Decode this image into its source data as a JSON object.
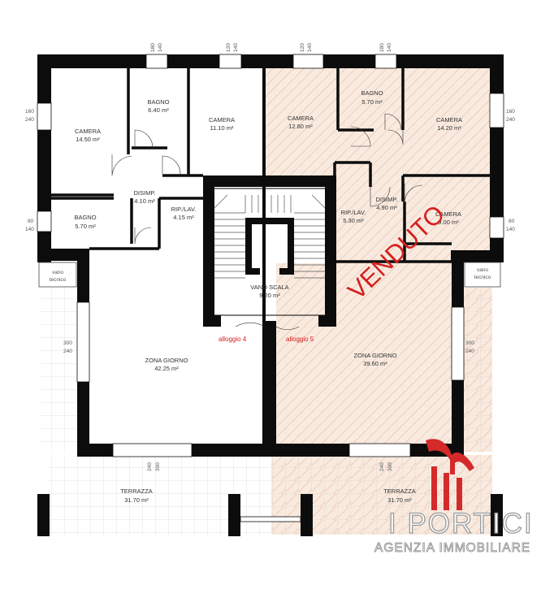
{
  "rooms": [
    {
      "id": "camera-nw",
      "name": "CAMERA",
      "area": "14.50 m²"
    },
    {
      "id": "bagno-n",
      "name": "BAGNO",
      "area": "6.40 m²"
    },
    {
      "id": "camera-n",
      "name": "CAMERA",
      "area": "11.10 m²"
    },
    {
      "id": "camera-ne1",
      "name": "CAMERA",
      "area": "12.80 m²"
    },
    {
      "id": "bagno-ne",
      "name": "BAGNO",
      "area": "5.70 m²"
    },
    {
      "id": "camera-ne2",
      "name": "CAMERA",
      "area": "14.20 m²"
    },
    {
      "id": "disimp-w",
      "name": "DISIMP.",
      "area": "4.10 m²"
    },
    {
      "id": "rip-w",
      "name": "RIP./LAV.",
      "area": "4.15 m²"
    },
    {
      "id": "rip-e",
      "name": "RIP./LAV.",
      "area": "5.30 m²"
    },
    {
      "id": "disimp-e",
      "name": "DISIMP.",
      "area": "4.90 m²"
    },
    {
      "id": "camera-e",
      "name": "CAMERA",
      "area": "9.00 m²"
    },
    {
      "id": "bagno-w",
      "name": "BAGNO",
      "area": "5.70 m²"
    },
    {
      "id": "vano-scala",
      "name": "VANO SCALA",
      "area": "9.20 m²"
    },
    {
      "id": "zona-giorno-w",
      "name": "ZONA GIORNO",
      "area": "42.25 m²"
    },
    {
      "id": "zona-giorno-e",
      "name": "ZONA GIORNO",
      "area": "39.60 m²"
    },
    {
      "id": "terrazza-w",
      "name": "TERRAZZA",
      "area": "31.70 m²"
    },
    {
      "id": "terrazza-e",
      "name": "TERRAZZA",
      "area": "31.70 m²"
    }
  ],
  "technical": {
    "vano_line1": "vano",
    "vano_line2": "tecnico"
  },
  "units": {
    "alloggio_4": "alloggio 4",
    "alloggio_5": "alloggio 5"
  },
  "stamp": "VENDUTO",
  "dimensions": {
    "top": [
      "180",
      "140",
      "120",
      "140",
      "120",
      "140",
      "180",
      "140"
    ],
    "left": [
      "160",
      "240",
      "80",
      "140",
      "300",
      "240"
    ],
    "right": [
      "160",
      "240",
      "80",
      "140",
      "300",
      "240"
    ],
    "bottom": [
      "240",
      "300",
      "240",
      "300"
    ]
  },
  "branding": {
    "name": "I PORTICI",
    "tagline": "AGENZIA IMMOBILIARE",
    "accent_color": "#d42a2a"
  },
  "colors": {
    "wall": "#0c0c0c",
    "sold_fill": "#f8eadf",
    "hatch": "#e8b8a0",
    "stamp": "#d42020"
  }
}
